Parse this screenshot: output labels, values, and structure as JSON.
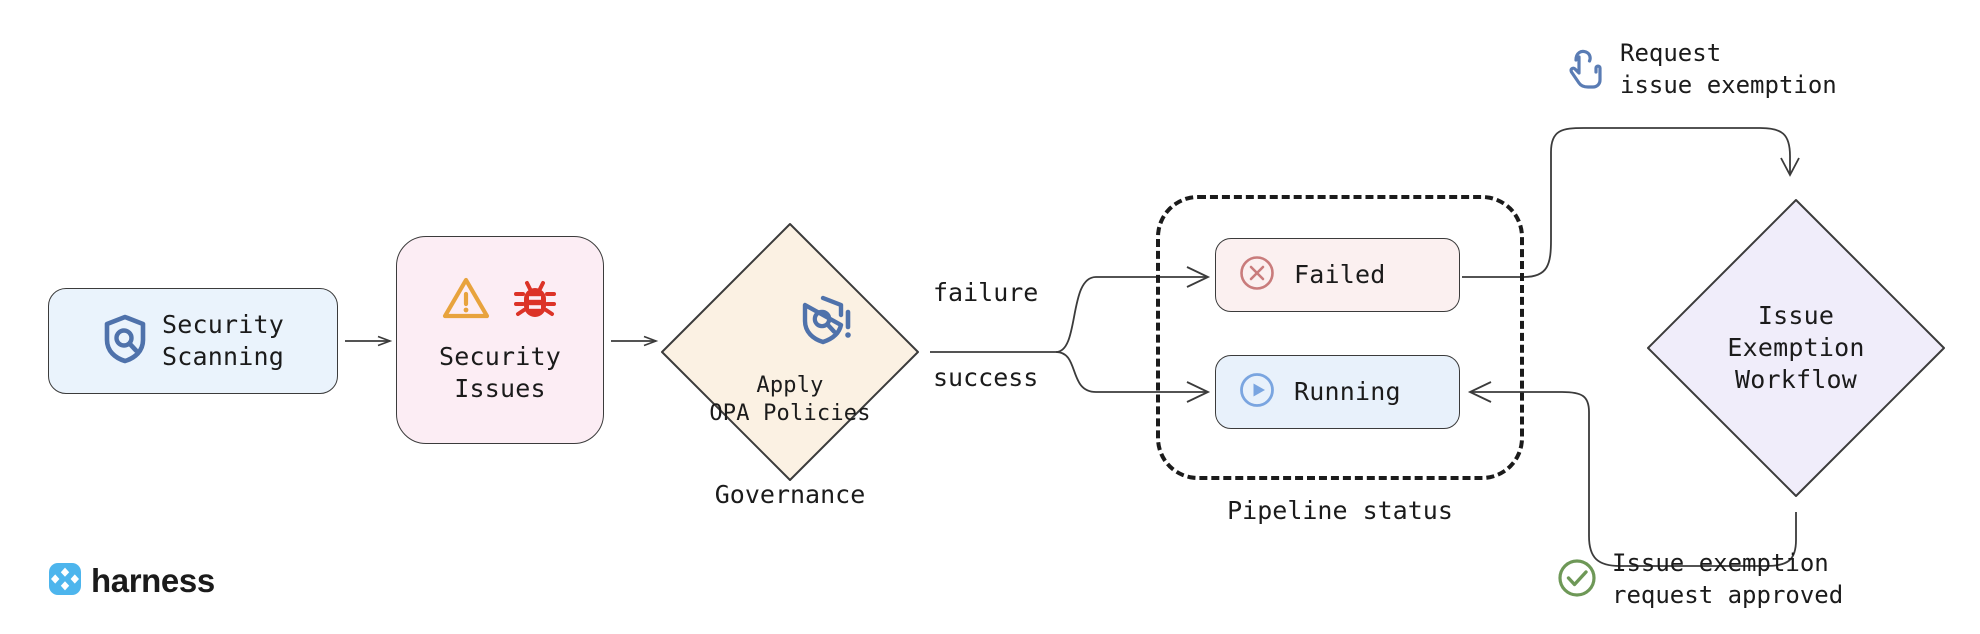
{
  "diagram": {
    "title": "Harness security scanning governance and issue exemption workflow",
    "background": "#ffffff"
  },
  "nodes": {
    "security_scanning": {
      "label": "Security\nScanning",
      "icon": "shield-search-icon",
      "fill": "#eaf3fc",
      "stroke": "#3b3b3b"
    },
    "security_issues": {
      "label": "Security\nIssues",
      "icons": [
        "warning-triangle-icon",
        "bug-icon"
      ],
      "fill": "#fcedf4",
      "stroke": "#3b3b3b"
    },
    "governance_diamond": {
      "label": "Apply\nOPA Policies",
      "icon": "shield-search-alert-icon",
      "caption": "Governance",
      "fill": "#fbf1e3",
      "stroke": "#3b3b3b"
    },
    "failed": {
      "label": "Failed",
      "icon": "circle-x-icon",
      "fill": "#fbf0f0",
      "icon_color": "#c97c7c"
    },
    "running": {
      "label": "Running",
      "icon": "circle-play-icon",
      "fill": "#e8f1fb",
      "icon_color": "#7aa5e0"
    },
    "pipeline_status_group": {
      "caption": "Pipeline status",
      "stroke": "#1b1b1b",
      "style": "dashed"
    },
    "exemption_diamond": {
      "label": "Issue\nExemption\nWorkflow",
      "fill": "#f0edfa",
      "stroke": "#3b3b3b"
    }
  },
  "edges": {
    "failure_label": "failure",
    "success_label": "success"
  },
  "annotations": {
    "request": {
      "icon": "hand-pointer-icon",
      "icon_color": "#5a7cb4",
      "line1": "Request",
      "line2": "issue exemption"
    },
    "approved": {
      "icon": "check-circle-icon",
      "icon_color": "#6e9857",
      "line1": "Issue exemption",
      "line2": "request approved"
    }
  },
  "brand": {
    "name": "harness",
    "logo_icon": "harness-logo-icon",
    "logo_color": "#4db5ed"
  },
  "colors": {
    "blue_icon": "#4f72ab",
    "orange": "#e8a33d",
    "red": "#dc3327",
    "green": "#6e9857",
    "line": "#3b3b3b"
  }
}
